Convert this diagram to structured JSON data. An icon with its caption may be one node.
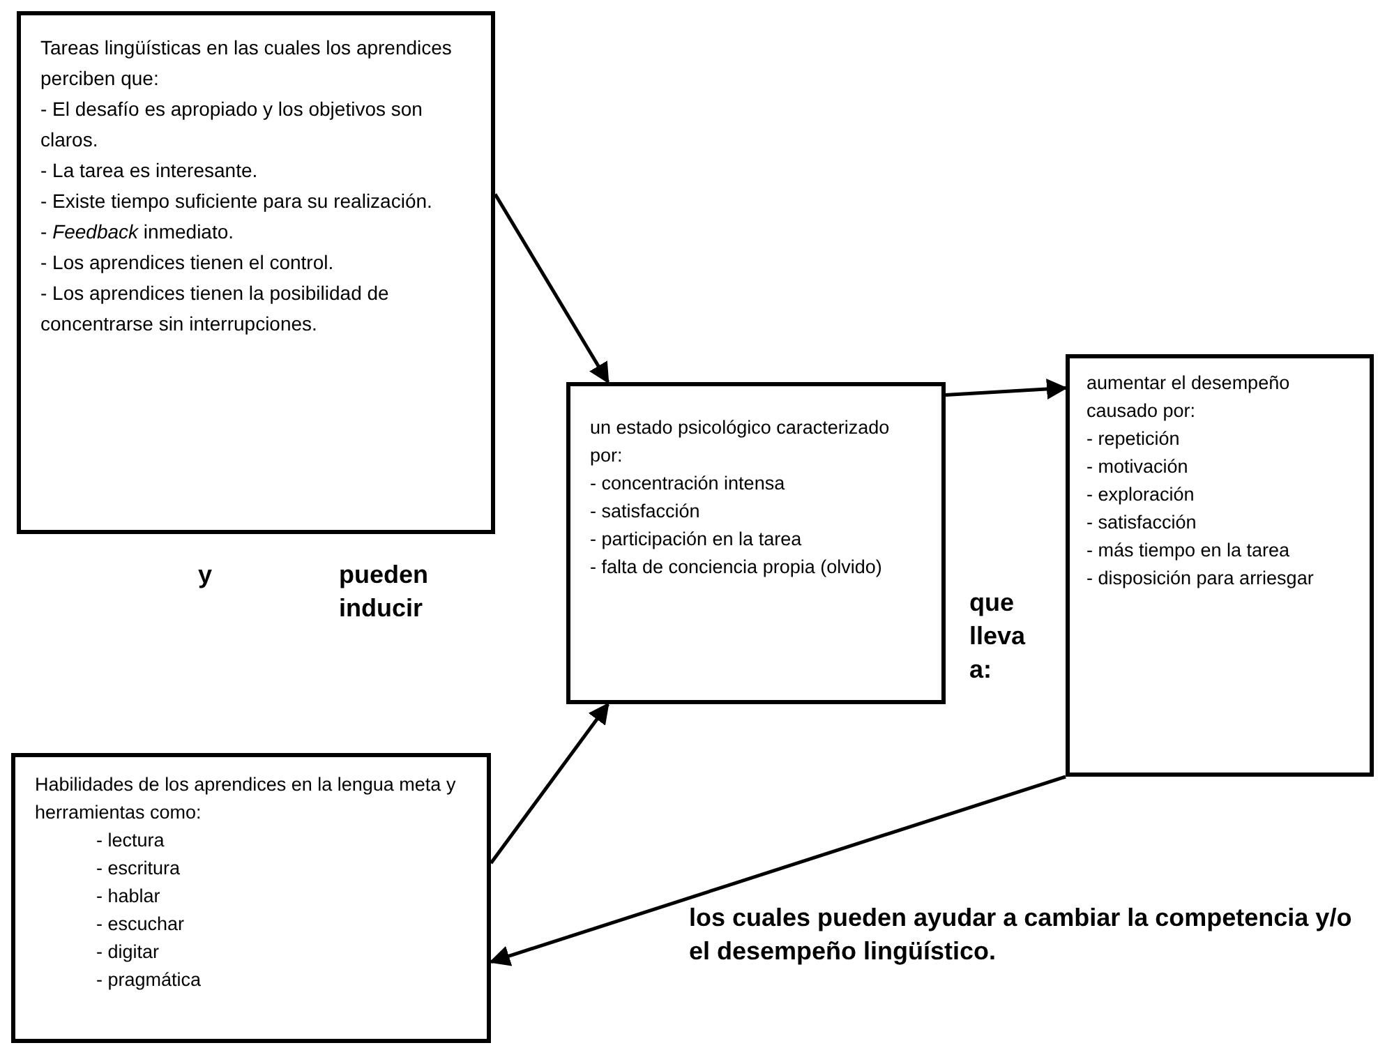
{
  "diagram": {
    "nodes": [
      {
        "text": [
          "Tareas lingüísticas en las cuales los aprendices perciben que:",
          "- El desafío es apropiado y los objetivos son claros.",
          "- La tarea es interesante.",
          "- Existe tiempo suficiente para su realización.",
          "- *Feedback* inmediato.",
          "- Los aprendices tienen el control.",
          "- Los aprendices tienen la posibilidad de concentrarse sin interrupciones."
        ]
      },
      {
        "text": [
          "un estado psicológico caracterizado por:",
          "- concentración intensa",
          "- satisfacción",
          "- participación en la tarea",
          "- falta de conciencia propia (olvido)"
        ]
      },
      {
        "text": [
          "aumentar el desempeño causado por:",
          "- repetición",
          "- motivación",
          "- exploración",
          "- satisfacción",
          "- más tiempo en la tarea",
          "- disposición para arriesgar"
        ]
      },
      {
        "text": [
          "Habilidades de los aprendices en la lengua meta y herramientas como:",
          "- lectura",
          "- escritura",
          "- hablar",
          "- escuchar",
          "- digitar",
          "- pragmática"
        ]
      }
    ],
    "edges": [
      {
        "from": 0,
        "to": 1,
        "arrow": "to"
      },
      {
        "from": 1,
        "to": 2,
        "arrow": "to"
      },
      {
        "from": 3,
        "to": 1,
        "arrow": "to"
      },
      {
        "from": 2,
        "to": 3,
        "arrow": "to"
      }
    ],
    "labels": [
      "y",
      "pueden inducir",
      "que lleva a:",
      "los cuales pueden ayudar a cambiar la competencia y/o el desempeño lingüístico."
    ]
  }
}
